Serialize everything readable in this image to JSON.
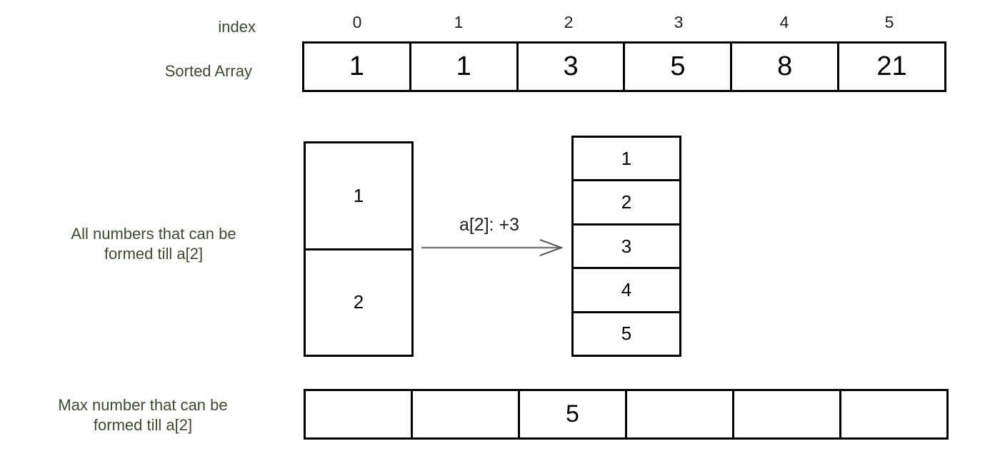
{
  "labels": {
    "index": "index",
    "sorted_array": "Sorted Array",
    "all_numbers_line1": "All numbers that can be",
    "all_numbers_line2": "formed till a[2]",
    "max_number_line1": "Max number that can be",
    "max_number_line2": "formed till a[2]"
  },
  "indices": [
    "0",
    "1",
    "2",
    "3",
    "4",
    "5"
  ],
  "sorted_array": [
    "1",
    "1",
    "3",
    "5",
    "8",
    "21"
  ],
  "formed_before": [
    "1",
    "2"
  ],
  "arrow_label": "a[2]: +3",
  "formed_after": [
    "1",
    "2",
    "3",
    "4",
    "5"
  ],
  "max_formed": [
    "",
    "",
    "5",
    "",
    "",
    ""
  ],
  "colors": {
    "label_text": "#3e4a2e",
    "arrow": "#7a7a7a",
    "border": "#000000"
  }
}
